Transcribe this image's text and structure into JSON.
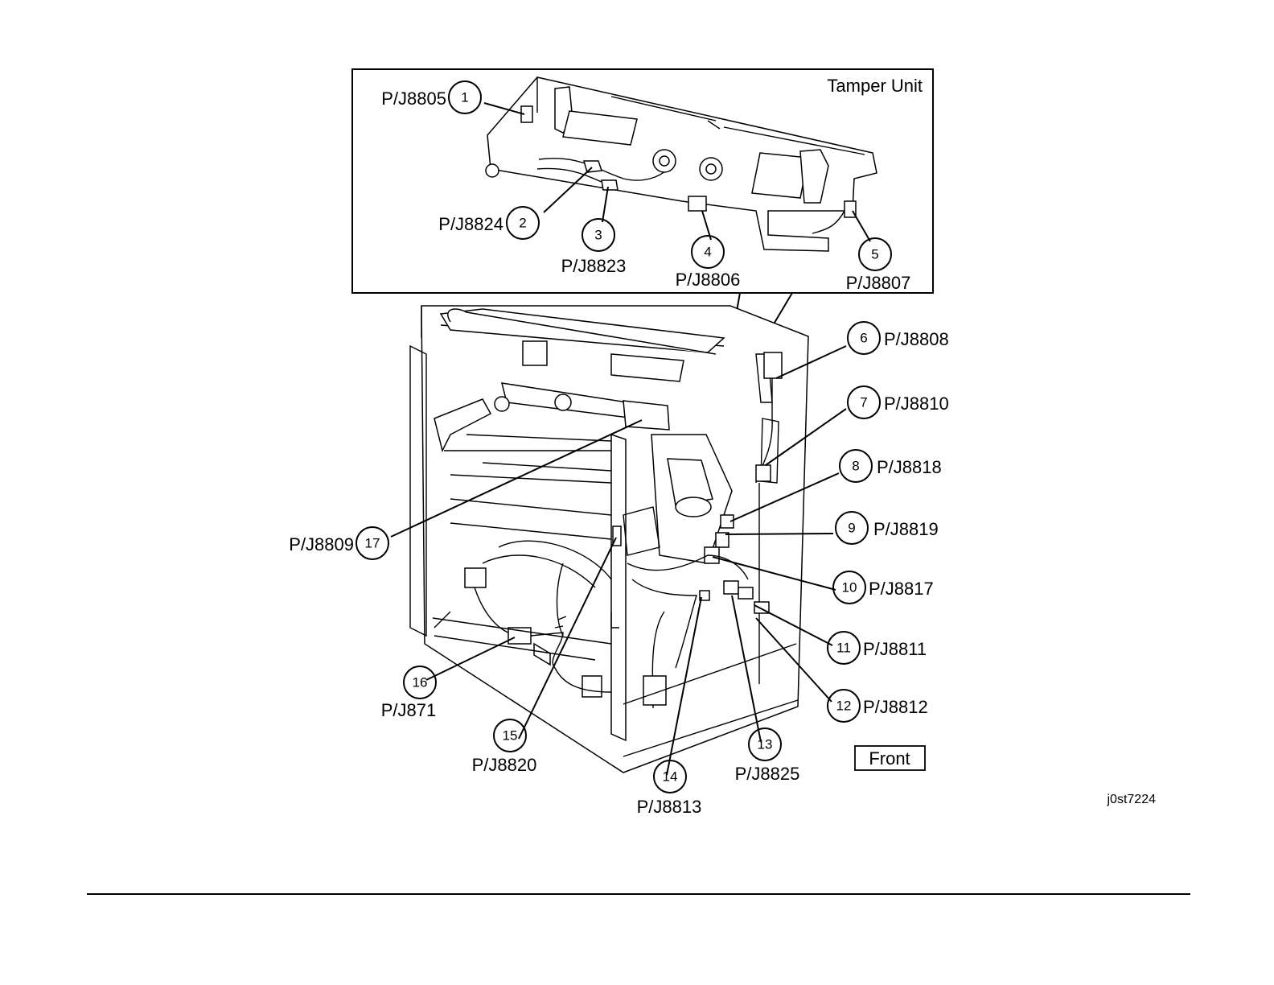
{
  "inset": {
    "title": "Tamper Unit"
  },
  "callouts": [
    {
      "n": "1",
      "label": "P/J8805"
    },
    {
      "n": "2",
      "label": "P/J8824"
    },
    {
      "n": "3",
      "label": "P/J8823"
    },
    {
      "n": "4",
      "label": "P/J8806"
    },
    {
      "n": "5",
      "label": "P/J8807"
    },
    {
      "n": "6",
      "label": "P/J8808"
    },
    {
      "n": "7",
      "label": "P/J8810"
    },
    {
      "n": "8",
      "label": "P/J8818"
    },
    {
      "n": "9",
      "label": "P/J8819"
    },
    {
      "n": "10",
      "label": "P/J8817"
    },
    {
      "n": "11",
      "label": "P/J8811"
    },
    {
      "n": "12",
      "label": "P/J8812"
    },
    {
      "n": "13",
      "label": "P/J8825"
    },
    {
      "n": "14",
      "label": "P/J8813"
    },
    {
      "n": "15",
      "label": "P/J8820"
    },
    {
      "n": "16",
      "label": "P/J871"
    },
    {
      "n": "17",
      "label": "P/J8809"
    }
  ],
  "front_label": "Front",
  "figure_id": "j0st7224"
}
